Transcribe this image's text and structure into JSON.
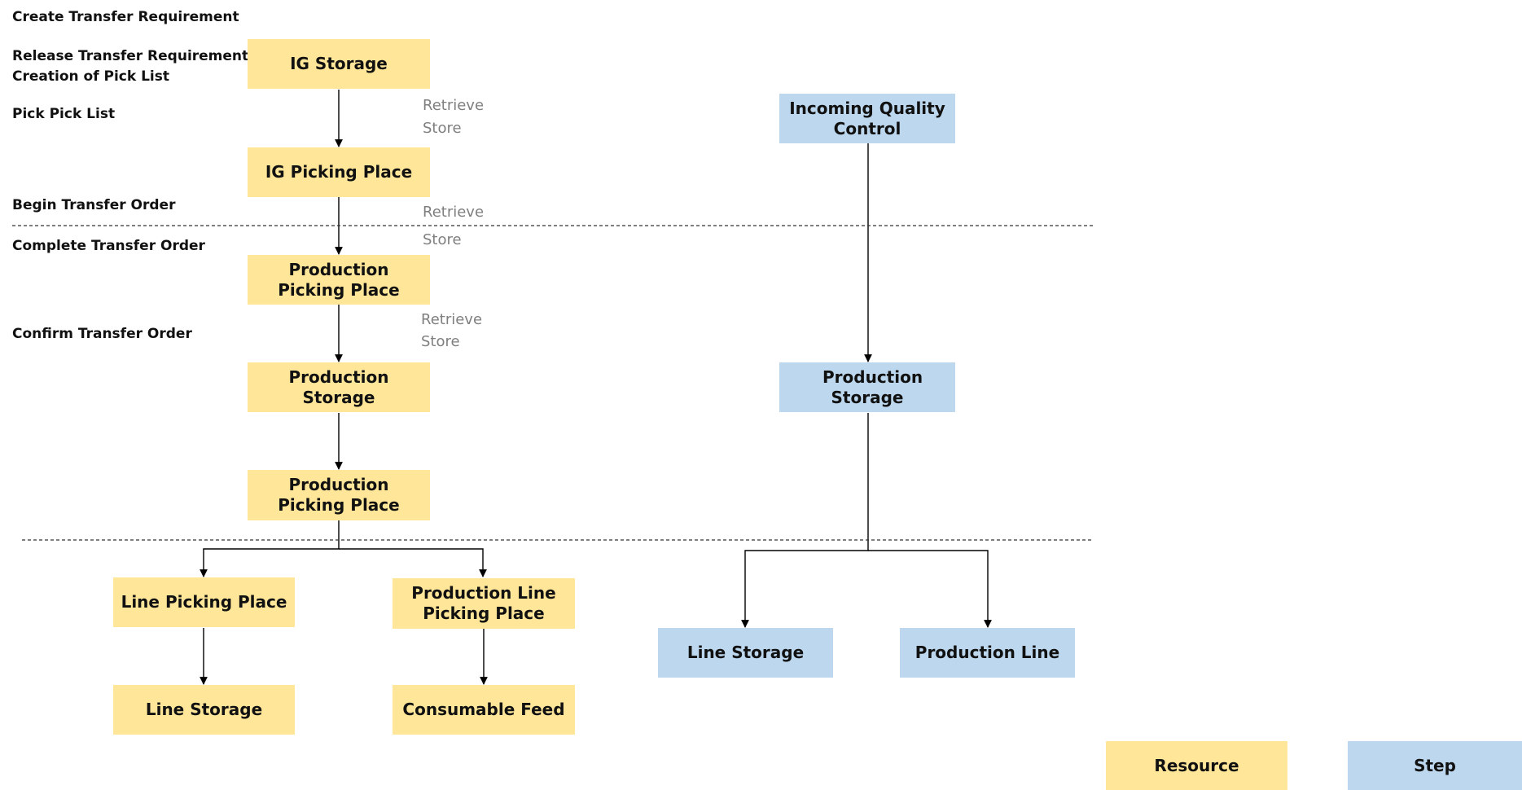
{
  "steps": [
    "Create Transfer Requirement",
    "Release Transfer Requirement +",
    "Creation of Pick List",
    "Pick Pick List",
    "Begin Transfer Order",
    "Complete Transfer Order",
    "Confirm Transfer Order"
  ],
  "resource_boxes": {
    "ig_storage": "IG Storage",
    "ig_picking_place": "IG Picking Place",
    "production_picking_place_1": "Production Picking Place",
    "production_storage": "Production Storage",
    "production_picking_place_2": "Production Picking Place",
    "line_picking_place": "Line Picking Place",
    "production_line_picking_place": "Production Line Picking Place",
    "line_storage": "Line Storage",
    "consumable_feed": "Consumable Feed"
  },
  "step_boxes": {
    "incoming_quality_control": "Incoming Quality Control",
    "production_storage": "Production Storage",
    "line_storage": "Line Storage",
    "production_line": "Production Line"
  },
  "notes": [
    {
      "retrieve": "Retrieve",
      "store": "Store"
    },
    {
      "retrieve": "Retrieve",
      "store": "Store"
    },
    {
      "retrieve": "Retrieve",
      "store": "Store"
    }
  ],
  "legend": {
    "resource": "Resource",
    "step": "Step"
  },
  "colors": {
    "resource": "#FFE699",
    "step": "#BDD7EE",
    "note_text": "#7f7f7f",
    "line": "#000000"
  }
}
